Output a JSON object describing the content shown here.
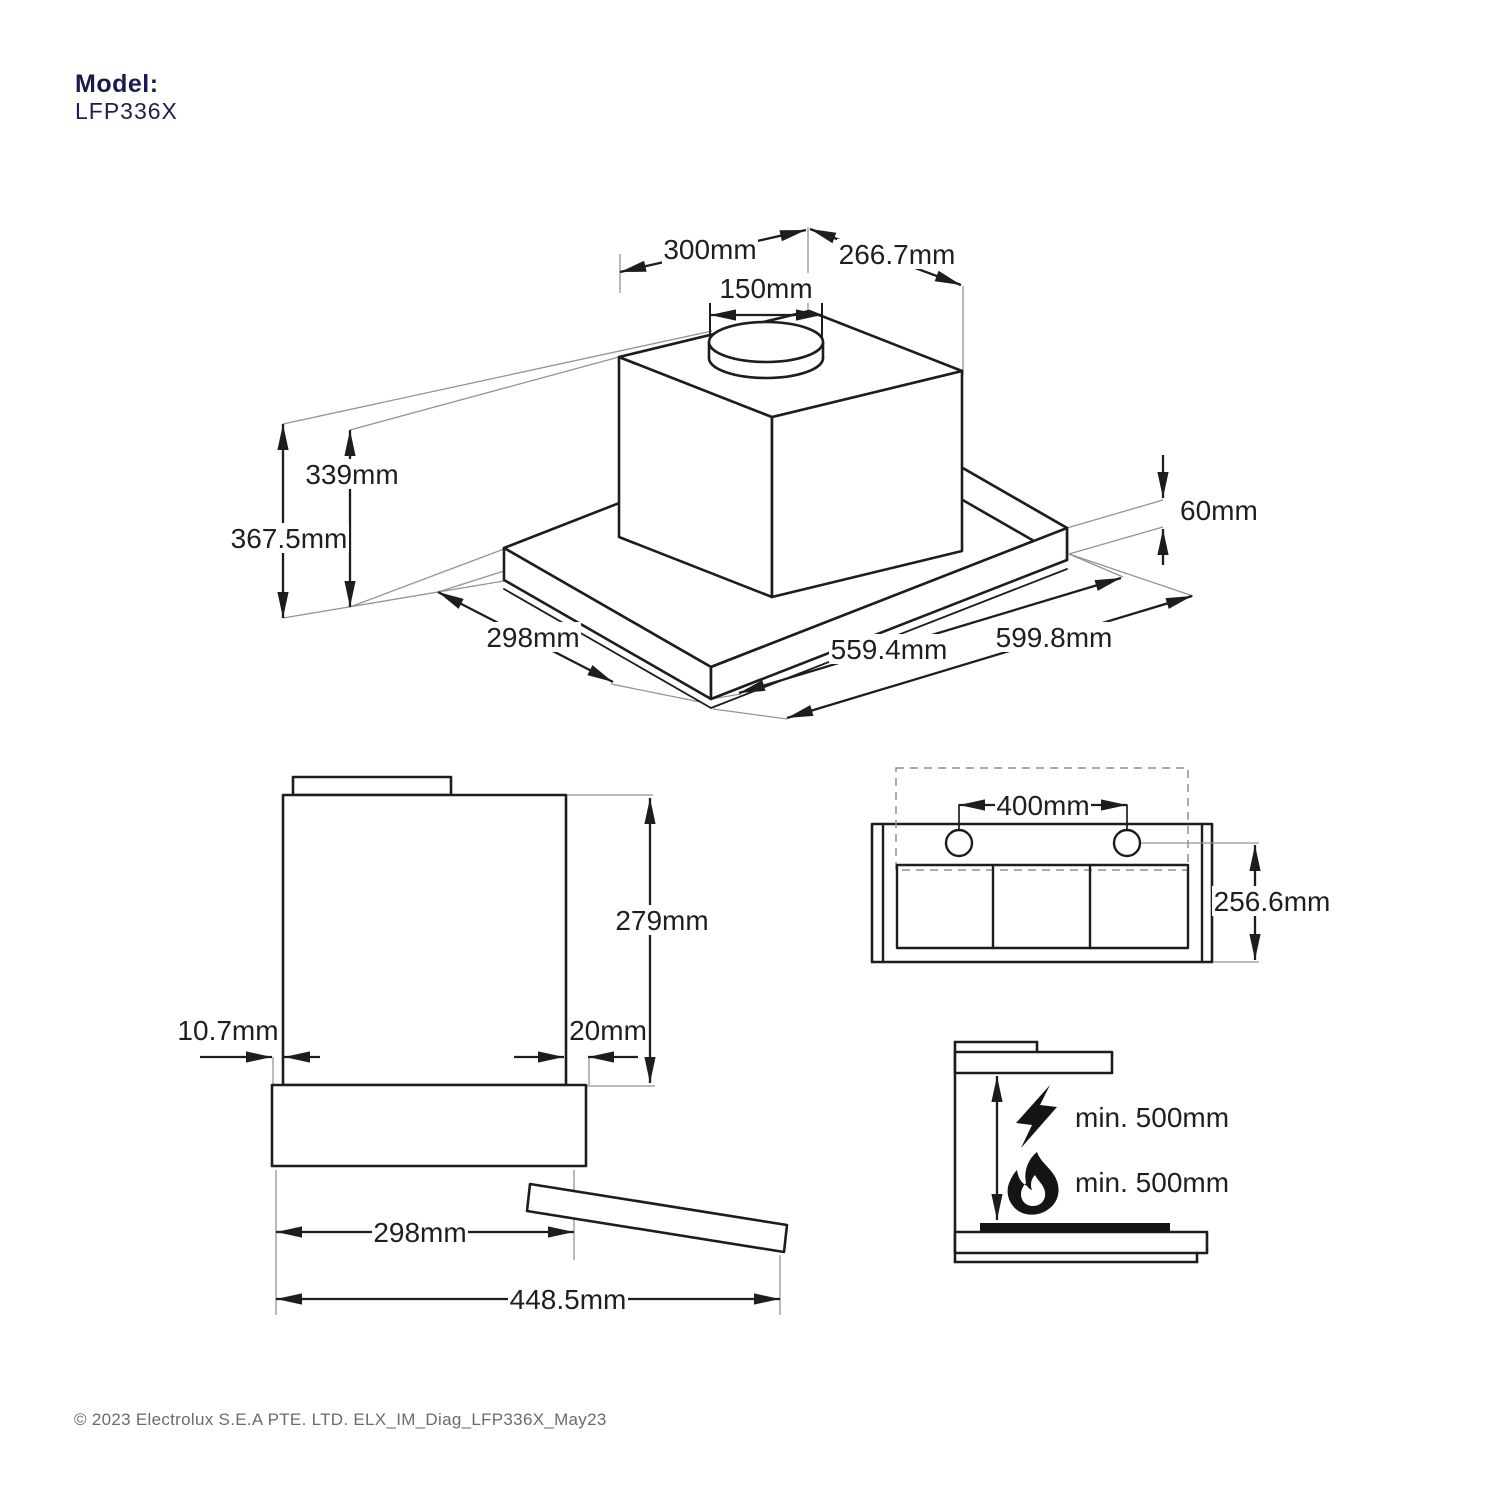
{
  "header": {
    "model_label": "Model:",
    "model_value": "LFP336X"
  },
  "iso": {
    "duct_offset_left": "300mm",
    "duct_offset_right": "266.7mm",
    "duct_diameter": "150mm",
    "chimney_height": "339mm",
    "total_height": "367.5mm",
    "body_height": "60mm",
    "body_depth": "298mm",
    "filter_width": "559.4mm",
    "body_width": "599.8mm"
  },
  "side": {
    "body_height": "279mm",
    "front_lip": "10.7mm",
    "rear_lip": "20mm",
    "body_depth": "298mm",
    "extended_depth": "448.5mm"
  },
  "top": {
    "mounting_hole_spacing": "400mm",
    "body_depth": "256.6mm"
  },
  "clearance": {
    "electric_hob": "min. 500mm",
    "gas_hob": "min. 500mm"
  },
  "footer": {
    "copyright": "© 2023 Electrolux S.E.A PTE. LTD. ELX_IM_Diag_LFP336X_May23"
  },
  "colors": {
    "ink": "#1d1d1b",
    "navy": "#191b4d",
    "reference": "#949494",
    "muted": "#6b6b6d"
  }
}
